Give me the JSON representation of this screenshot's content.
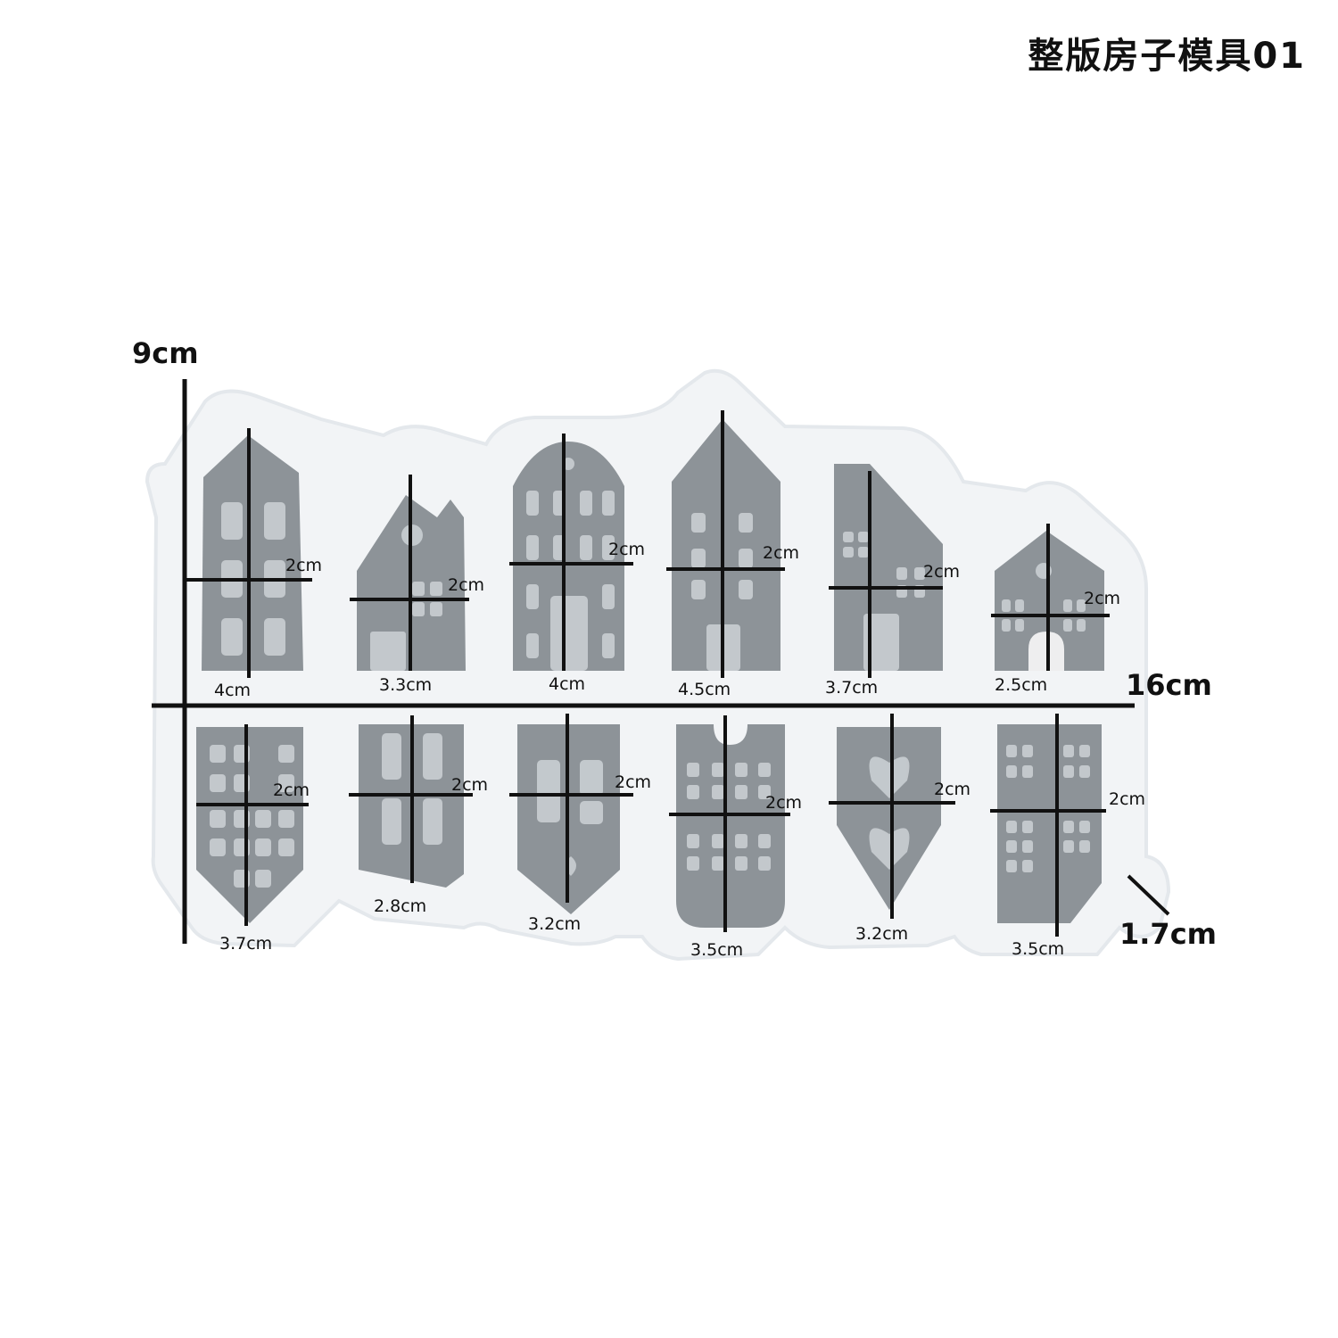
{
  "title": "整版房子模具01",
  "overall": {
    "height_label": "9cm",
    "width_label": "16cm",
    "depth_label": "1.7cm"
  },
  "cavity_height_label": "2cm",
  "top_row": {
    "widths": [
      "4cm",
      "3.3cm",
      "4cm",
      "4.5cm",
      "3.7cm",
      "2.5cm"
    ]
  },
  "bottom_row": {
    "widths": [
      "3.7cm",
      "2.8cm",
      "3.2cm",
      "3.5cm",
      "3.2cm",
      "3.5cm"
    ]
  },
  "colors": {
    "mold": "#f2f4f6",
    "mold_edge": "#e2e6ea",
    "cavity": "#8d9398",
    "cavity_dark": "#7a8086",
    "window": "#cdd2d6",
    "line": "#111111"
  }
}
